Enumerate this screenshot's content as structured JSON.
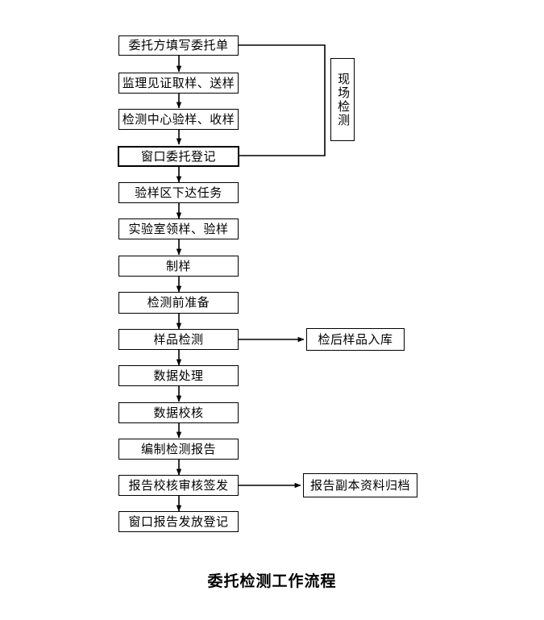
{
  "diagram": {
    "title": "委托检测工作流程",
    "background_color": "#ffffff",
    "line_color": "#000000",
    "main_flow": [
      {
        "id": "n1",
        "label": "委托方填写委托单"
      },
      {
        "id": "n2",
        "label": "监理见证取样、送样"
      },
      {
        "id": "n3",
        "label": "检测中心验样、收样"
      },
      {
        "id": "n4",
        "label": "窗口委托登记"
      },
      {
        "id": "n5",
        "label": "验样区下达任务"
      },
      {
        "id": "n6",
        "label": "实验室领样、验样"
      },
      {
        "id": "n7",
        "label": "制样"
      },
      {
        "id": "n8",
        "label": "检测前准备"
      },
      {
        "id": "n9",
        "label": "样品检测"
      },
      {
        "id": "n10",
        "label": "数据处理"
      },
      {
        "id": "n11",
        "label": "数据校核"
      },
      {
        "id": "n12",
        "label": "编制检测报告"
      },
      {
        "id": "n13",
        "label": "报告校核审核签发"
      },
      {
        "id": "n14",
        "label": "窗口报告发放登记"
      }
    ],
    "side_nodes": [
      {
        "id": "s1",
        "label": "检后样品入库"
      },
      {
        "id": "s2",
        "label": "报告副本资料归档"
      }
    ],
    "vertical_node": {
      "id": "v1",
      "label": "现场检测"
    }
  }
}
